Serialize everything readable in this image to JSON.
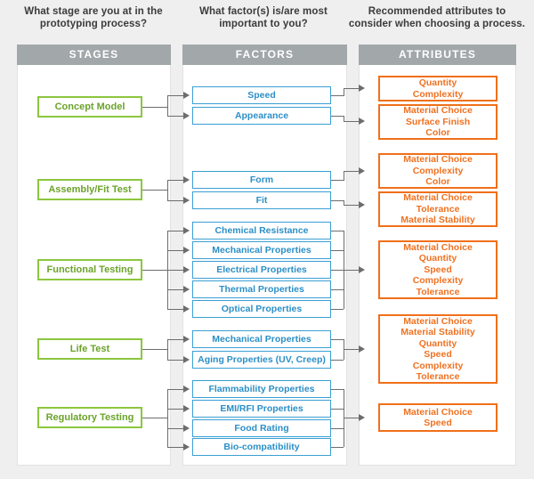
{
  "columns": [
    {
      "question": "What stage are you at in the\nprototyping process?",
      "header": "STAGES"
    },
    {
      "question": "What factor(s) is/are most\nimportant to you?",
      "header": "FACTORS"
    },
    {
      "question": "Recommended attributes to\nconsider when choosing a process.",
      "header": "ATTRIBUTES"
    }
  ],
  "colors": {
    "page_background": "#efefef",
    "panel_background": "#ffffff",
    "header_bar": "#a2a7aa",
    "header_text": "#ffffff",
    "stage_border": "#8cc63e",
    "stage_text": "#6ba32a",
    "factor_border": "#3a9fd4",
    "factor_text": "#2b8fc7",
    "attribute_border": "#f0701a",
    "attribute_text": "#ef7222",
    "connector": "#6d6d6d"
  },
  "stages": [
    {
      "label": "Concept Model"
    },
    {
      "label": "Assembly/Fit Test"
    },
    {
      "label": "Functional Testing"
    },
    {
      "label": "Life Test"
    },
    {
      "label": "Regulatory Testing"
    }
  ],
  "factors": [
    {
      "label": "Speed"
    },
    {
      "label": "Appearance"
    },
    {
      "label": "Form"
    },
    {
      "label": "Fit"
    },
    {
      "label": "Chemical Resistance"
    },
    {
      "label": "Mechanical Properties"
    },
    {
      "label": "Electrical Properties"
    },
    {
      "label": "Thermal Properties"
    },
    {
      "label": "Optical Properties"
    },
    {
      "label": "Mechanical Properties"
    },
    {
      "label": "Aging Properties (UV, Creep)"
    },
    {
      "label": "Flammability Properties"
    },
    {
      "label": "EMI/RFI Properties"
    },
    {
      "label": "Food Rating"
    },
    {
      "label": "Bio-compatibility"
    }
  ],
  "attributes": [
    {
      "label": "Quantity\nComplexity"
    },
    {
      "label": "Material Choice\nSurface Finish\nColor"
    },
    {
      "label": "Material Choice\nComplexity\nColor"
    },
    {
      "label": "Material Choice\nTolerance\nMaterial Stability"
    },
    {
      "label": "Material Choice\nQuantity\nSpeed\nComplexity\nTolerance"
    },
    {
      "label": "Material Choice\nMaterial Stability\nQuantity\nSpeed\nComplexity\nTolerance"
    },
    {
      "label": "Material Choice\nSpeed"
    }
  ],
  "mapping": [
    {
      "stage": "Concept Model",
      "factors": [
        "Speed",
        "Appearance"
      ],
      "attributes": [
        "Quantity\nComplexity",
        "Material Choice\nSurface Finish\nColor"
      ]
    },
    {
      "stage": "Assembly/Fit Test",
      "factors": [
        "Form",
        "Fit"
      ],
      "attributes": [
        "Material Choice\nComplexity\nColor",
        "Material Choice\nTolerance\nMaterial Stability"
      ]
    },
    {
      "stage": "Functional Testing",
      "factors": [
        "Chemical Resistance",
        "Mechanical Properties",
        "Electrical Properties",
        "Thermal Properties",
        "Optical Properties"
      ],
      "attributes": [
        "Material Choice\nQuantity\nSpeed\nComplexity\nTolerance"
      ]
    },
    {
      "stage": "Life Test",
      "factors": [
        "Mechanical Properties",
        "Aging Properties (UV, Creep)"
      ],
      "attributes": [
        "Material Choice\nMaterial Stability\nQuantity\nSpeed\nComplexity\nTolerance"
      ]
    },
    {
      "stage": "Regulatory Testing",
      "factors": [
        "Flammability Properties",
        "EMI/RFI Properties",
        "Food Rating",
        "Bio-compatibility"
      ],
      "attributes": [
        "Material Choice\nSpeed"
      ]
    }
  ]
}
